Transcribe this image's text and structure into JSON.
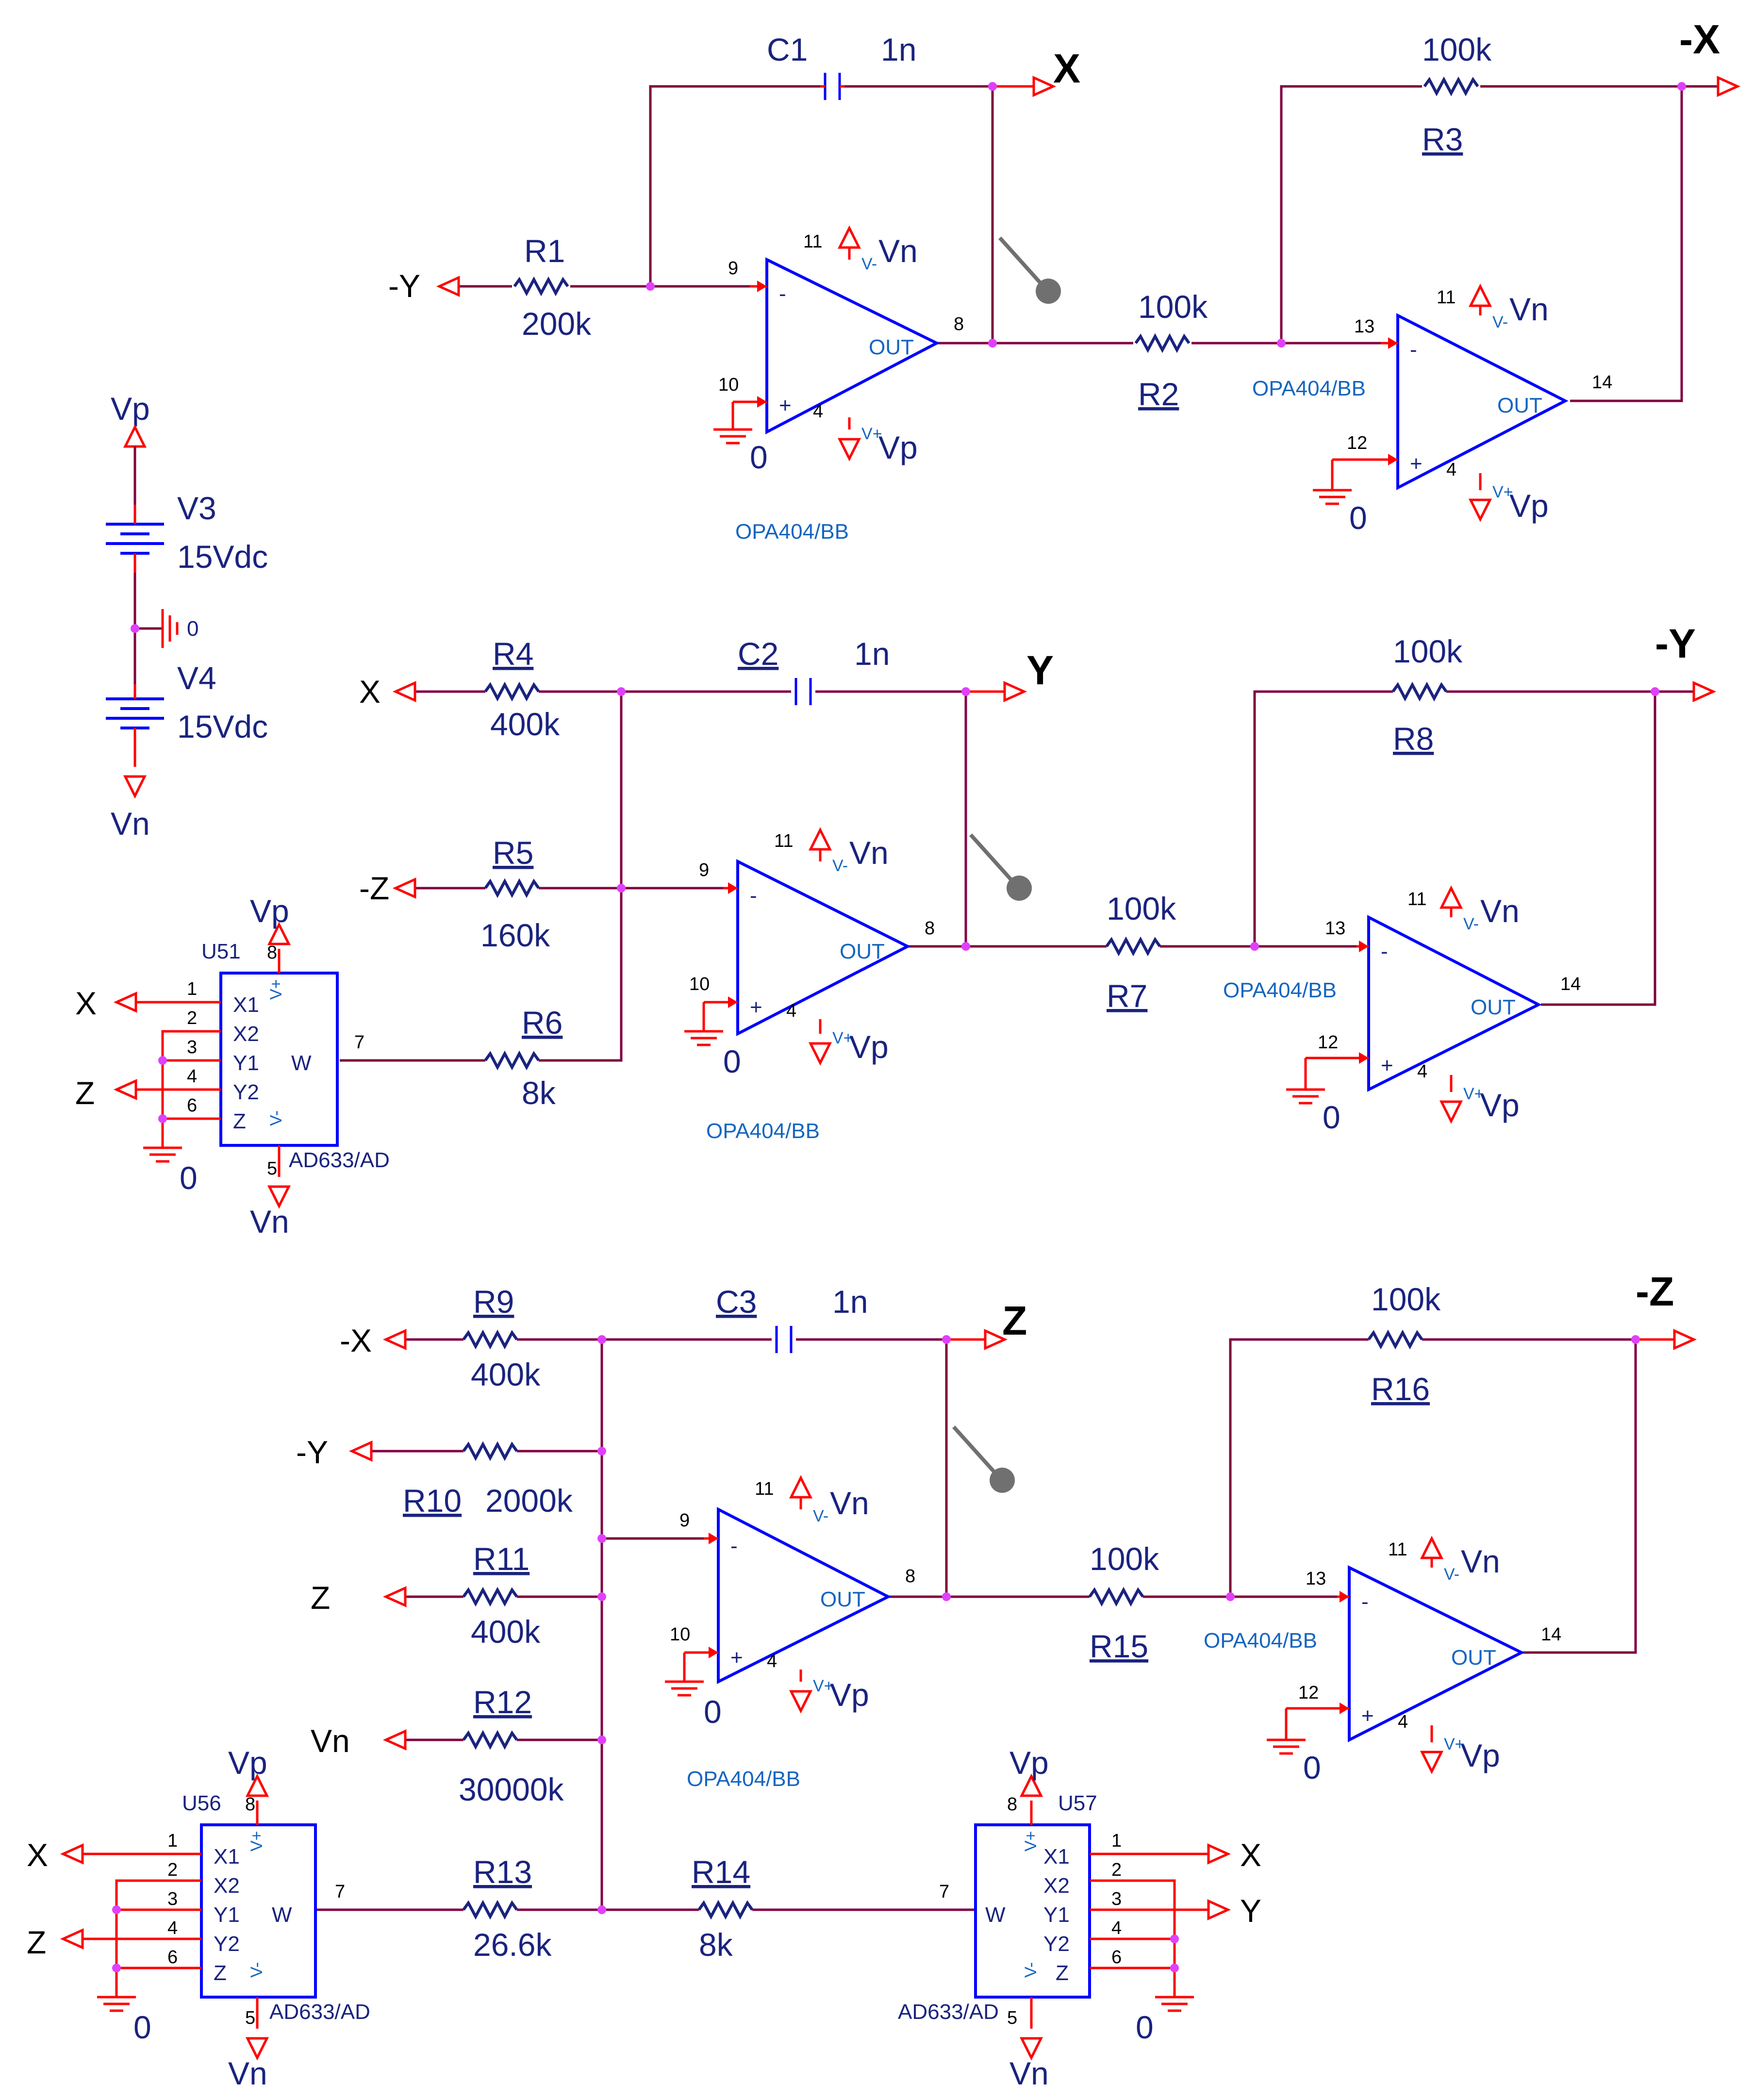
{
  "section1": {
    "c1": {
      "ref": "C1",
      "value": "1n"
    },
    "r1": {
      "ref": "R1",
      "value": "200k"
    },
    "r2": {
      "ref": "R2",
      "value": "100k"
    },
    "r3": {
      "ref": "R3",
      "value": "100k"
    },
    "opamp_a": {
      "model": "OPA404/BB",
      "pin_inv": "9",
      "pin_noninv": "10",
      "pin_out": "8",
      "pin_vn": "11",
      "pin_vp": "4"
    },
    "opamp_b": {
      "model": "OPA404/BB",
      "pin_inv": "13",
      "pin_noninv": "12",
      "pin_out": "14",
      "pin_vn": "11",
      "pin_vp": "4"
    },
    "in_port": "-Y",
    "out_x": "X",
    "out_negx": "-X"
  },
  "section2": {
    "r4": {
      "ref": "R4",
      "value": "400k"
    },
    "r5": {
      "ref": "R5",
      "value": "160k"
    },
    "r6": {
      "ref": "R6",
      "value": "8k"
    },
    "c2": {
      "ref": "C2",
      "value": "1n"
    },
    "r7": {
      "ref": "R7",
      "value": "100k"
    },
    "r8": {
      "ref": "R8",
      "value": "100k"
    },
    "opamp_a": {
      "model": "OPA404/BB",
      "pin_inv": "9",
      "pin_noninv": "10",
      "pin_out": "8",
      "pin_vn": "11",
      "pin_vp": "4"
    },
    "opamp_b": {
      "model": "OPA404/BB",
      "pin_inv": "13",
      "pin_noninv": "12",
      "pin_out": "14",
      "pin_vn": "11",
      "pin_vp": "4"
    },
    "in_x": "X",
    "in_negz": "-Z",
    "out_y": "Y",
    "out_negy": "-Y",
    "mult": {
      "ref": "U51",
      "model": "AD633/AD",
      "x_port": "X",
      "z_port": "Z"
    }
  },
  "section3": {
    "r9": {
      "ref": "R9",
      "value": "400k"
    },
    "r10": {
      "ref": "R10",
      "value": "2000k"
    },
    "r11": {
      "ref": "R11",
      "value": "400k"
    },
    "r12": {
      "ref": "R12",
      "value": "30000k"
    },
    "r13": {
      "ref": "R13",
      "value": "26.6k"
    },
    "r14": {
      "ref": "R14",
      "value": "8k"
    },
    "c3": {
      "ref": "C3",
      "value": "1n"
    },
    "r15": {
      "ref": "R15",
      "value": "100k"
    },
    "r16": {
      "ref": "R16",
      "value": "100k"
    },
    "opamp_a": {
      "model": "OPA404/BB",
      "pin_inv": "9",
      "pin_noninv": "10",
      "pin_out": "8",
      "pin_vn": "11",
      "pin_vp": "4"
    },
    "opamp_b": {
      "model": "OPA404/BB",
      "pin_inv": "13",
      "pin_noninv": "12",
      "pin_out": "14",
      "pin_vn": "11",
      "pin_vp": "4"
    },
    "in_negx": "-X",
    "in_negy": "-Y",
    "in_z": "Z",
    "in_vn": "Vn",
    "out_z": "Z",
    "out_negz": "-Z",
    "mult_a": {
      "ref": "U56",
      "model": "AD633/AD",
      "x_port": "X",
      "z_port": "Z"
    },
    "mult_b": {
      "ref": "U57",
      "model": "AD633/AD",
      "x_port": "X",
      "y_port": "Y"
    }
  },
  "supply": {
    "vp": "Vp",
    "vn": "Vn",
    "v3": {
      "ref": "V3",
      "value": "15Vdc"
    },
    "v4": {
      "ref": "V4",
      "value": "15Vdc"
    },
    "gnd": "0"
  },
  "multiplier_pins": {
    "x1": "X1",
    "x2": "X2",
    "y1": "Y1",
    "y2": "Y2",
    "z": "Z",
    "w": "W",
    "vplus": "V+",
    "vminus": "V-",
    "p1": "1",
    "p2": "2",
    "p3": "3",
    "p4": "4",
    "p6": "6",
    "p7": "7",
    "p8": "8",
    "p5": "5"
  },
  "opamp_labels": {
    "minus": "-",
    "plus": "+",
    "out": "OUT",
    "vminus": "V-",
    "vplus": "V+"
  },
  "common": {
    "vn": "Vn",
    "vp": "Vp",
    "gnd": "0"
  }
}
